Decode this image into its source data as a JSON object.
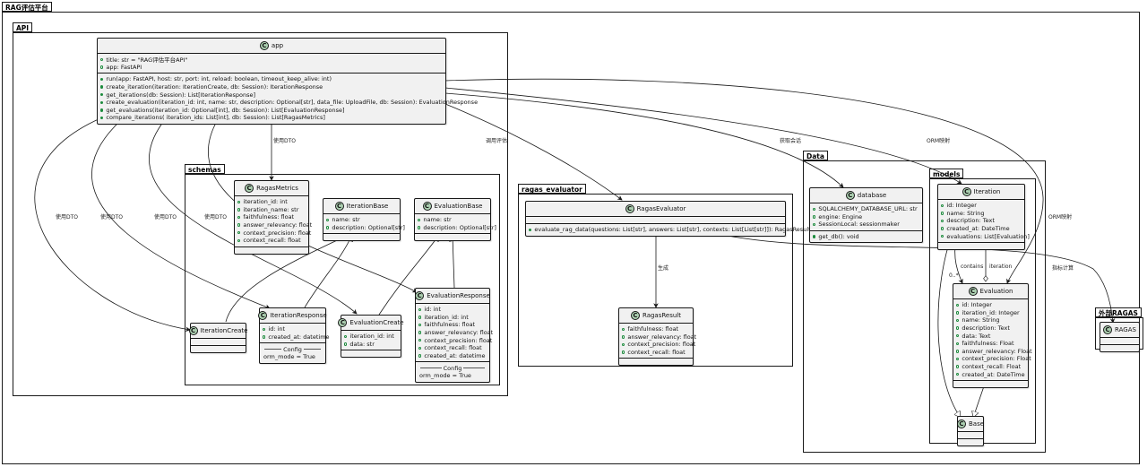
{
  "packages": {
    "root": "RAG评估平台",
    "api": "API",
    "schemas": "schemas",
    "ragas_evaluator": "ragas_evaluator",
    "data": "Data",
    "models": "models",
    "external": "外部RAGAS"
  },
  "classes": {
    "app": {
      "name": "app",
      "fields": [
        "title: str = \"RAG评估平台API\"",
        "app: FastAPI"
      ],
      "methods": [
        "run(app: FastAPI, host: str, port: int, reload: boolean, timeout_keep_alive: int)",
        "create_iteration(iteration: IterationCreate, db: Session): IterationResponse",
        "get_iterations(db: Session): List[IterationResponse]",
        "create_evaluation(iteration_id: int, name: str, description: Optional[str], data_file: UploadFile, db: Session): EvaluationResponse",
        "get_evaluations(iteration_id: Optional[int], db: Session): List[EvaluationResponse]",
        "compare_iterations( iteration_ids: List[int], db: Session): List[RagasMetrics]"
      ]
    },
    "ragas_metrics": {
      "name": "RagasMetrics",
      "fields": [
        "iteration_id: int",
        "iteration_name: str",
        "faithfulness: float",
        "answer_relevancy: float",
        "context_precision: float",
        "context_recall: float"
      ]
    },
    "iteration_base": {
      "name": "IterationBase",
      "fields": [
        "name: str",
        "description: Optional[str]"
      ]
    },
    "evaluation_base": {
      "name": "EvaluationBase",
      "fields": [
        "name: str",
        "description: Optional[str]"
      ]
    },
    "iteration_create": {
      "name": "IterationCreate"
    },
    "iteration_response": {
      "name": "IterationResponse",
      "fields": [
        "id: int",
        "created_at: datetime"
      ],
      "config_label": "Config",
      "config": "orm_mode = True"
    },
    "evaluation_create": {
      "name": "EvaluationCreate",
      "fields": [
        "iteration_id: int",
        "data: str"
      ]
    },
    "evaluation_response": {
      "name": "EvaluationResponse",
      "fields": [
        "id: int",
        "iteration_id: int",
        "faithfulness: float",
        "answer_relevancy: float",
        "context_precision: float",
        "context_recall: float",
        "created_at: datetime"
      ],
      "config_label": "Config",
      "config": "orm_mode = True"
    },
    "ragas_evaluator": {
      "name": "RagasEvaluator",
      "methods": [
        "evaluate_rag_data(questions: List[str], answers: List[str], contexts: List[List[str]]): RagasResult"
      ]
    },
    "ragas_result": {
      "name": "RagasResult",
      "fields": [
        "faithfulness: float",
        "answer_relevancy: float",
        "context_precision: float",
        "context_recall: float"
      ]
    },
    "database": {
      "name": "database",
      "fields": [
        "SQLALCHEMY_DATABASE_URL: str",
        "engine: Engine",
        "SessionLocal: sessionmaker"
      ],
      "methods": [
        "get_db(): void"
      ]
    },
    "iteration": {
      "name": "Iteration",
      "fields": [
        "id: Integer",
        "name: String",
        "description: Text",
        "created_at: DateTime",
        "evaluations: List[Evaluation]"
      ]
    },
    "evaluation": {
      "name": "Evaluation",
      "fields": [
        "id: Integer",
        "iteration_id: Integer",
        "name: String",
        "description: Text",
        "data: Text",
        "faithfulness: Float",
        "answer_relevancy: Float",
        "context_precision: Float",
        "context_recall: Float",
        "created_at: DateTime"
      ]
    },
    "base": {
      "name": "Base"
    },
    "ragas": {
      "name": "RAGAS"
    }
  },
  "edge_labels": {
    "use_dto_1": "使用DTO",
    "use_dto_2": "使用DTO",
    "use_dto_3": "使用DTO",
    "use_dto_4": "使用DTO",
    "use_dto_5": "使用DTO",
    "call_eval": "调用评估",
    "get_session": "获取会话",
    "orm_map_1": "ORM映射",
    "orm_map_2": "ORM映射",
    "generate": "生成",
    "metric_calc": "指标计算",
    "contains": "contains",
    "iteration": "iteration",
    "multiplicity": "0..*"
  },
  "colors": {
    "class_bg": "#f1f1f1",
    "class_badge": "#add1b2",
    "visibility": "#1b8b3c",
    "line": "#181818"
  }
}
